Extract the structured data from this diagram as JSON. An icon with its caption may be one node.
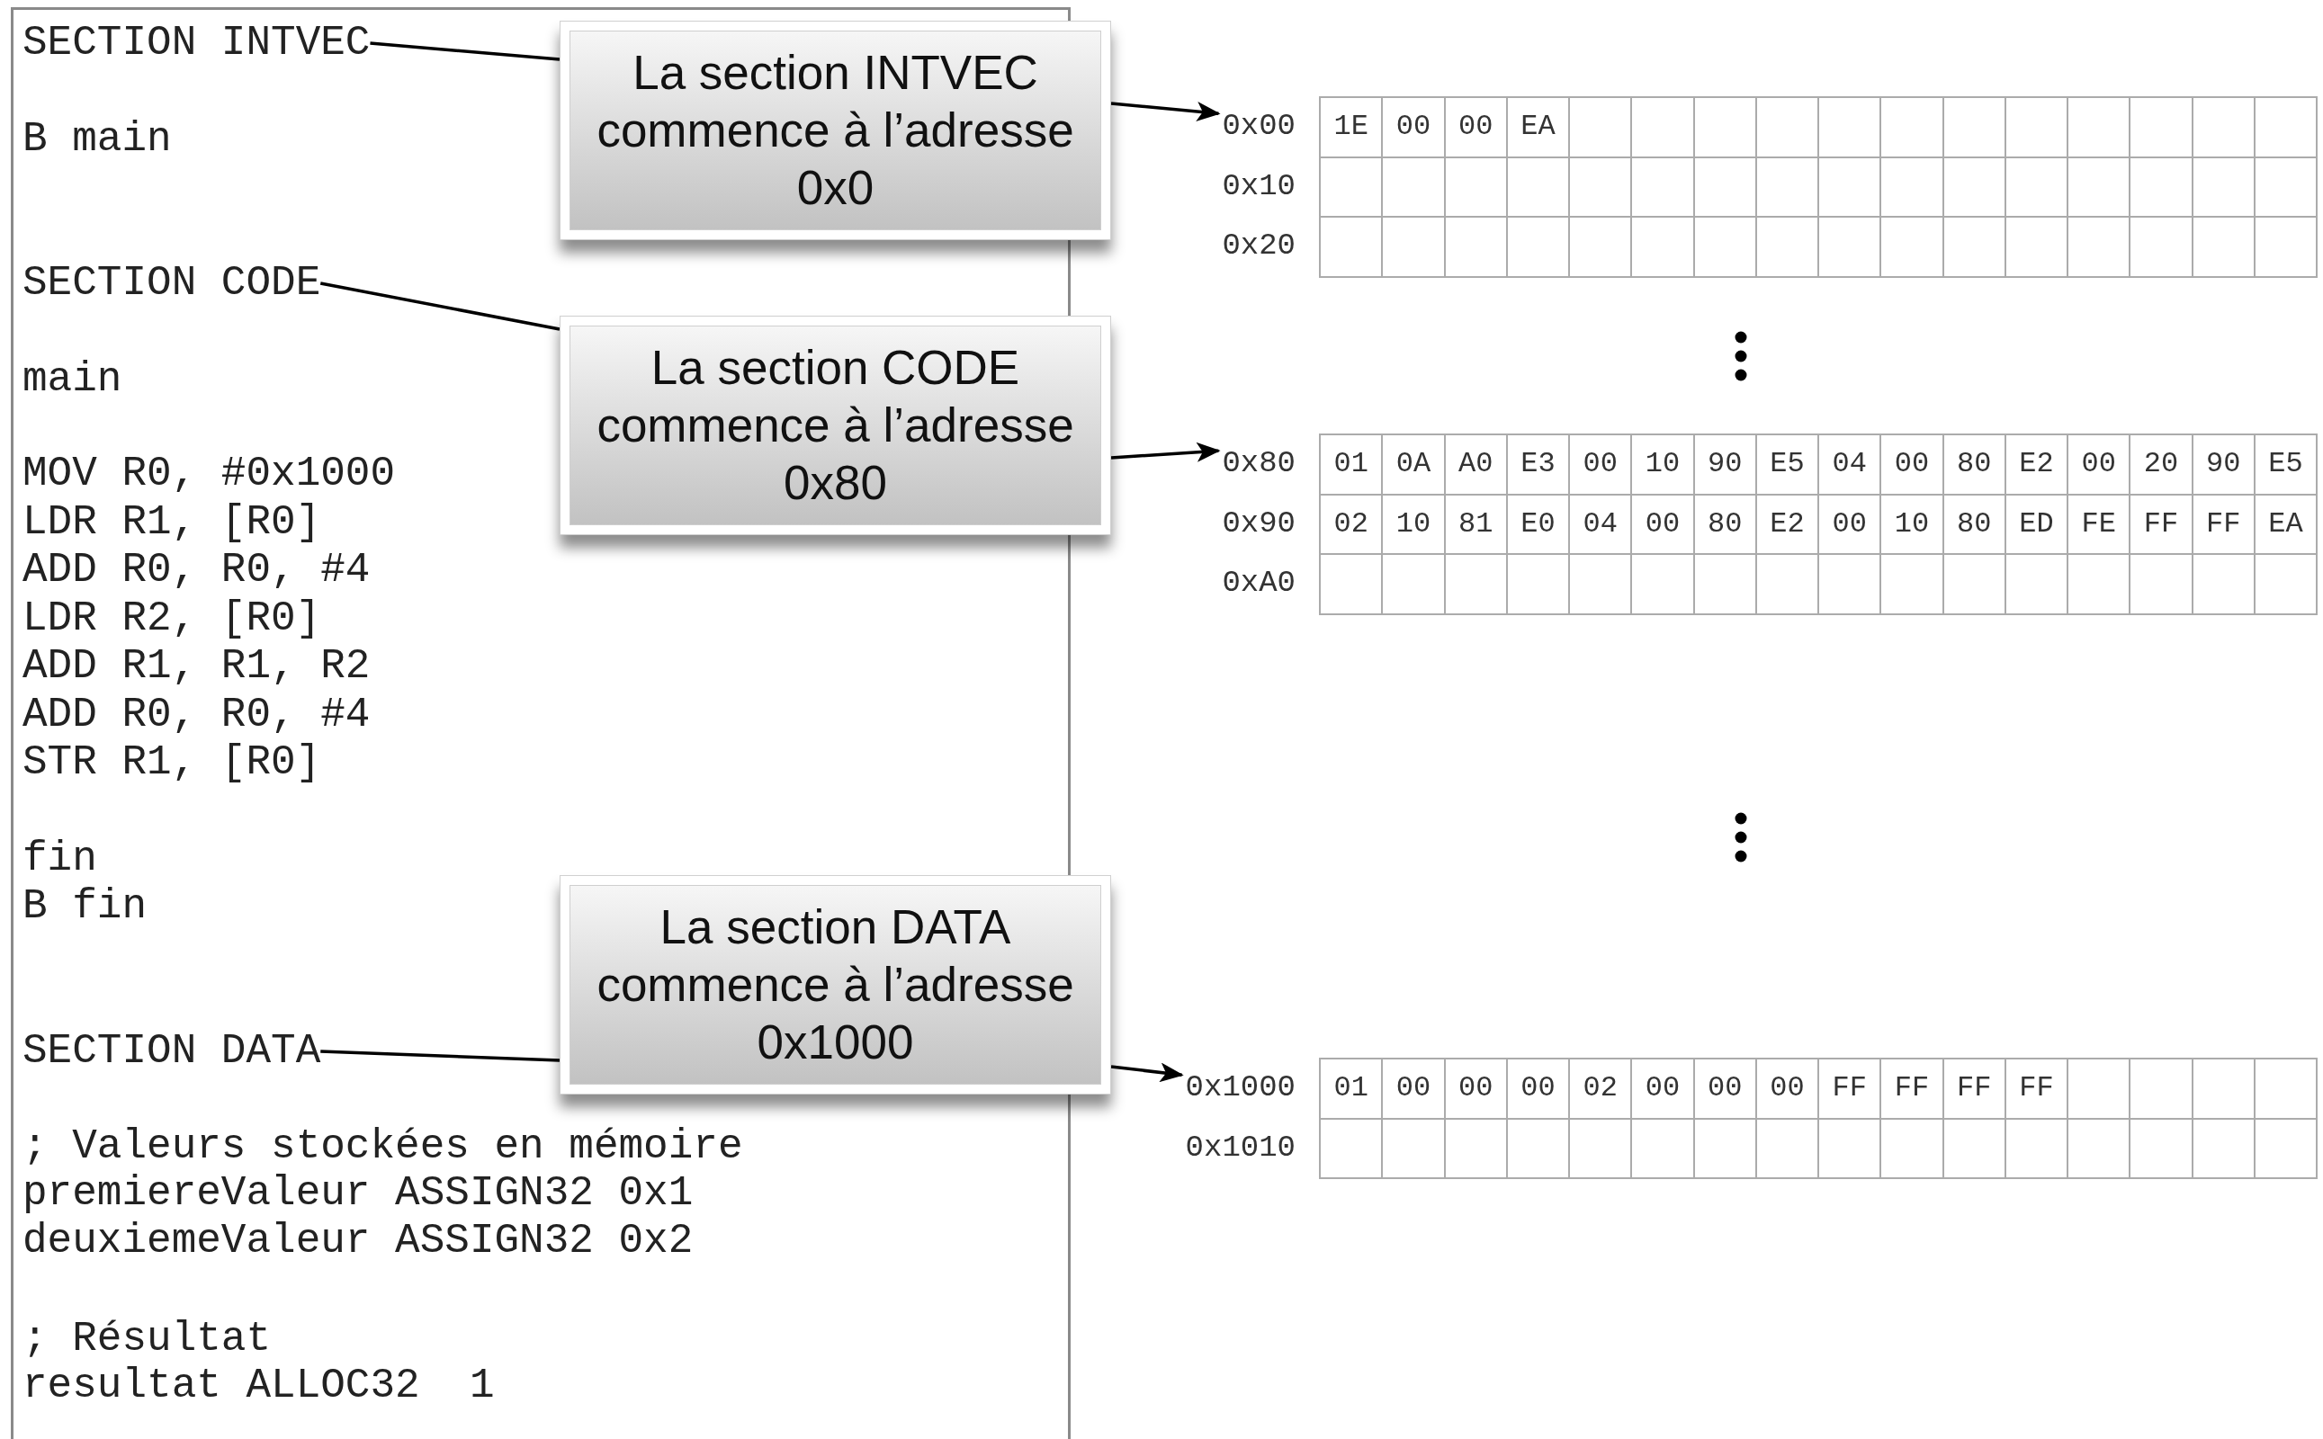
{
  "diagram": {
    "nodes": [
      {
        "text": [],
        "shape": "box"
      },
      {
        "text": [
          "SECTION INTVEC"
        ],
        "in": 0
      },
      {
        "text": [
          "B main"
        ],
        "in": 0
      },
      {
        "text": [
          "SECTION CODE"
        ],
        "in": 0
      },
      {
        "text": [
          "main"
        ],
        "in": 0
      },
      {
        "text": [
          "MOV R0, #0x1000"
        ],
        "in": 0
      },
      {
        "text": [
          "LDR R1, [R0]"
        ],
        "in": 0
      },
      {
        "text": [
          "ADD R0, R0, #4"
        ],
        "in": 0
      },
      {
        "text": [
          "LDR R2, [R0]"
        ],
        "in": 0
      },
      {
        "text": [
          "ADD R1, R1, R2"
        ],
        "in": 0
      },
      {
        "text": [
          "ADD R0, R0, #4"
        ],
        "in": 0
      },
      {
        "text": [
          "STR R1, [R0]"
        ],
        "in": 0
      },
      {
        "text": [
          "fin"
        ],
        "in": 0
      },
      {
        "text": [
          "B fin"
        ],
        "in": 0
      },
      {
        "text": [
          "SECTION DATA"
        ],
        "in": 0
      },
      {
        "text": [
          "; Valeurs stockées en mémoire"
        ],
        "in": 0
      },
      {
        "text": [
          "premiereValeur ASSIGN32 0x1"
        ],
        "in": 0
      },
      {
        "text": [
          "deuxiemeValeur ASSIGN32 0x2"
        ],
        "in": 0
      },
      {
        "text": [
          "; Résultat"
        ],
        "in": 0
      },
      {
        "text": [
          "resultat ALLOC32  1"
        ],
        "in": 0
      },
      {
        "text": [
          "La section INTVEC commence à l’adresse 0x0"
        ]
      },
      {
        "text": [
          "La section CODE commence à l’adresse 0x80"
        ]
      },
      {
        "text": [
          "La section DATA commence à l’adresse 0x1000"
        ]
      },
      {
        "text": [
          "0x00"
        ]
      },
      {
        "text": [
          "0x80"
        ]
      },
      {
        "text": [
          "0x1000"
        ]
      }
    ],
    "edges": [
      {
        "from": 1,
        "to": 20,
        "arrow": "none"
      },
      {
        "from": 20,
        "to": 23,
        "arrow": "to"
      },
      {
        "from": 3,
        "to": 21,
        "arrow": "none"
      },
      {
        "from": 21,
        "to": 24,
        "arrow": "to"
      },
      {
        "from": 14,
        "to": 22,
        "arrow": "none"
      },
      {
        "from": 22,
        "to": 25,
        "arrow": "to"
      }
    ],
    "labels": [
      "1E",
      "00",
      "00",
      "EA",
      "0x10",
      "0x20",
      "01",
      "0A",
      "A0",
      "E3",
      "00",
      "10",
      "90",
      "E5",
      "04",
      "00",
      "80",
      "E2",
      "00",
      "20",
      "90",
      "E5",
      "0x90",
      "02",
      "10",
      "81",
      "E0",
      "04",
      "00",
      "80",
      "E2",
      "00",
      "10",
      "80",
      "ED",
      "FE",
      "FF",
      "FF",
      "EA",
      "0xA0",
      "01",
      "00",
      "00",
      "00",
      "02",
      "00",
      "00",
      "00",
      "FF",
      "FF",
      "FF",
      "FF",
      "0x1010"
    ]
  }
}
